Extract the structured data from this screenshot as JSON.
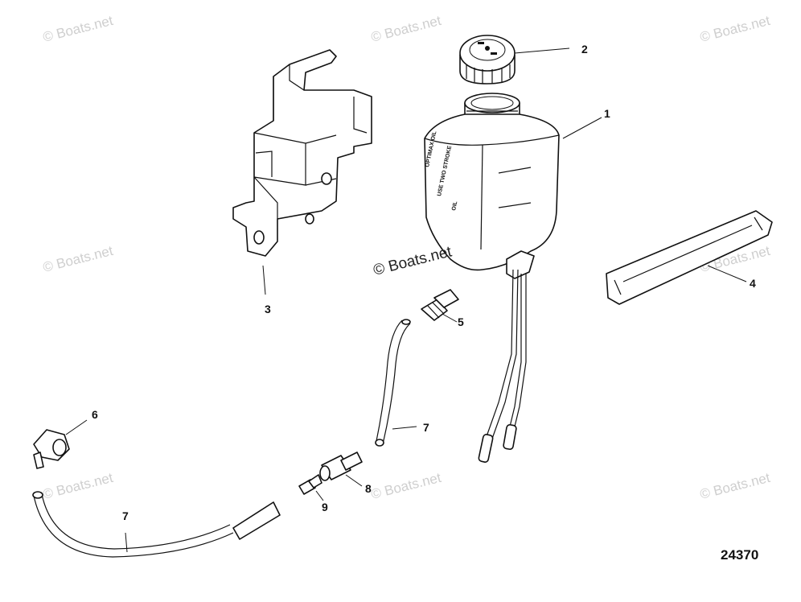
{
  "watermark": "© Boats.net",
  "figure_number": "24370",
  "tank_label": {
    "line1": "OPTIMAX OIL",
    "line2": "USE TWO STROKE",
    "line3": "OIL"
  },
  "callouts": [
    {
      "id": "tank",
      "label": "1"
    },
    {
      "id": "cap",
      "label": "2"
    },
    {
      "id": "bracket",
      "label": "3"
    },
    {
      "id": "strap",
      "label": "4"
    },
    {
      "id": "fitting-elbow",
      "label": "5"
    },
    {
      "id": "clamp",
      "label": "6"
    },
    {
      "id": "hose-upper",
      "label": "7"
    },
    {
      "id": "connector",
      "label": "8"
    },
    {
      "id": "fitting-small",
      "label": "9"
    },
    {
      "id": "hose-lower",
      "label": "7"
    }
  ]
}
